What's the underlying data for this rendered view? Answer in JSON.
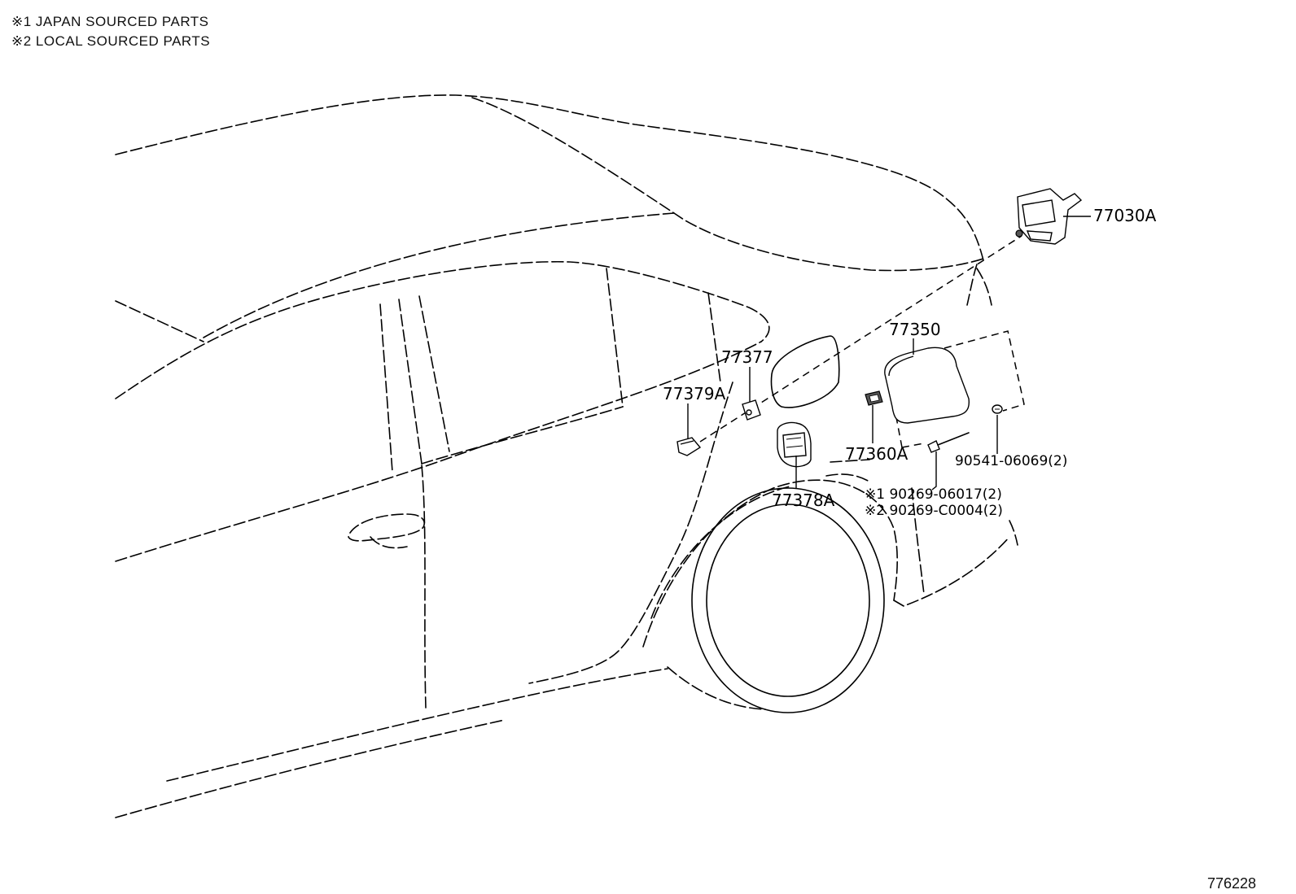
{
  "legend": {
    "note_1": "※1 JAPAN SOURCED PARTS",
    "note_2": "※2 LOCAL SOURCED PARTS"
  },
  "parts": {
    "p77030A": "77030A",
    "p77350": "77350",
    "p77377": "77377",
    "p77379A": "77379A",
    "p77360A": "77360A",
    "p77378A": "77378A",
    "p90541": "90541-06069(2)",
    "p90269_1": "※1 90269-06017(2)",
    "p90269_2": "※2 90269-C0004(2)"
  },
  "figure_number": "776228"
}
